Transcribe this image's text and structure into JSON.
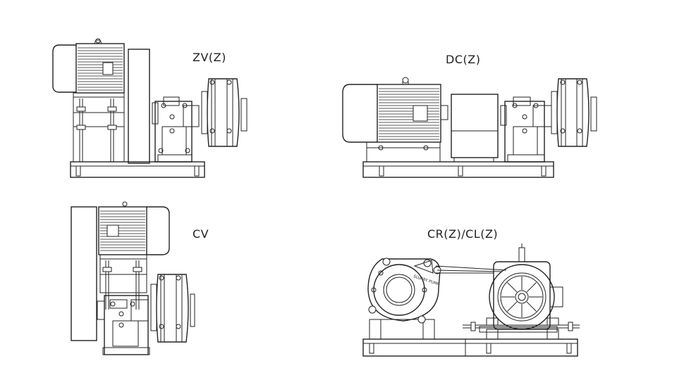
{
  "diagrams": [
    {
      "id": "zvz",
      "label": "ZV(Z)"
    },
    {
      "id": "dcz",
      "label": "DC(Z)"
    },
    {
      "id": "cv",
      "label": "CV"
    },
    {
      "id": "crz",
      "label": "CR(Z)/CL(Z)"
    }
  ],
  "pump_plate_text": "SLURRY PUMP",
  "colors": {
    "line": "#222222",
    "background": "#ffffff"
  }
}
